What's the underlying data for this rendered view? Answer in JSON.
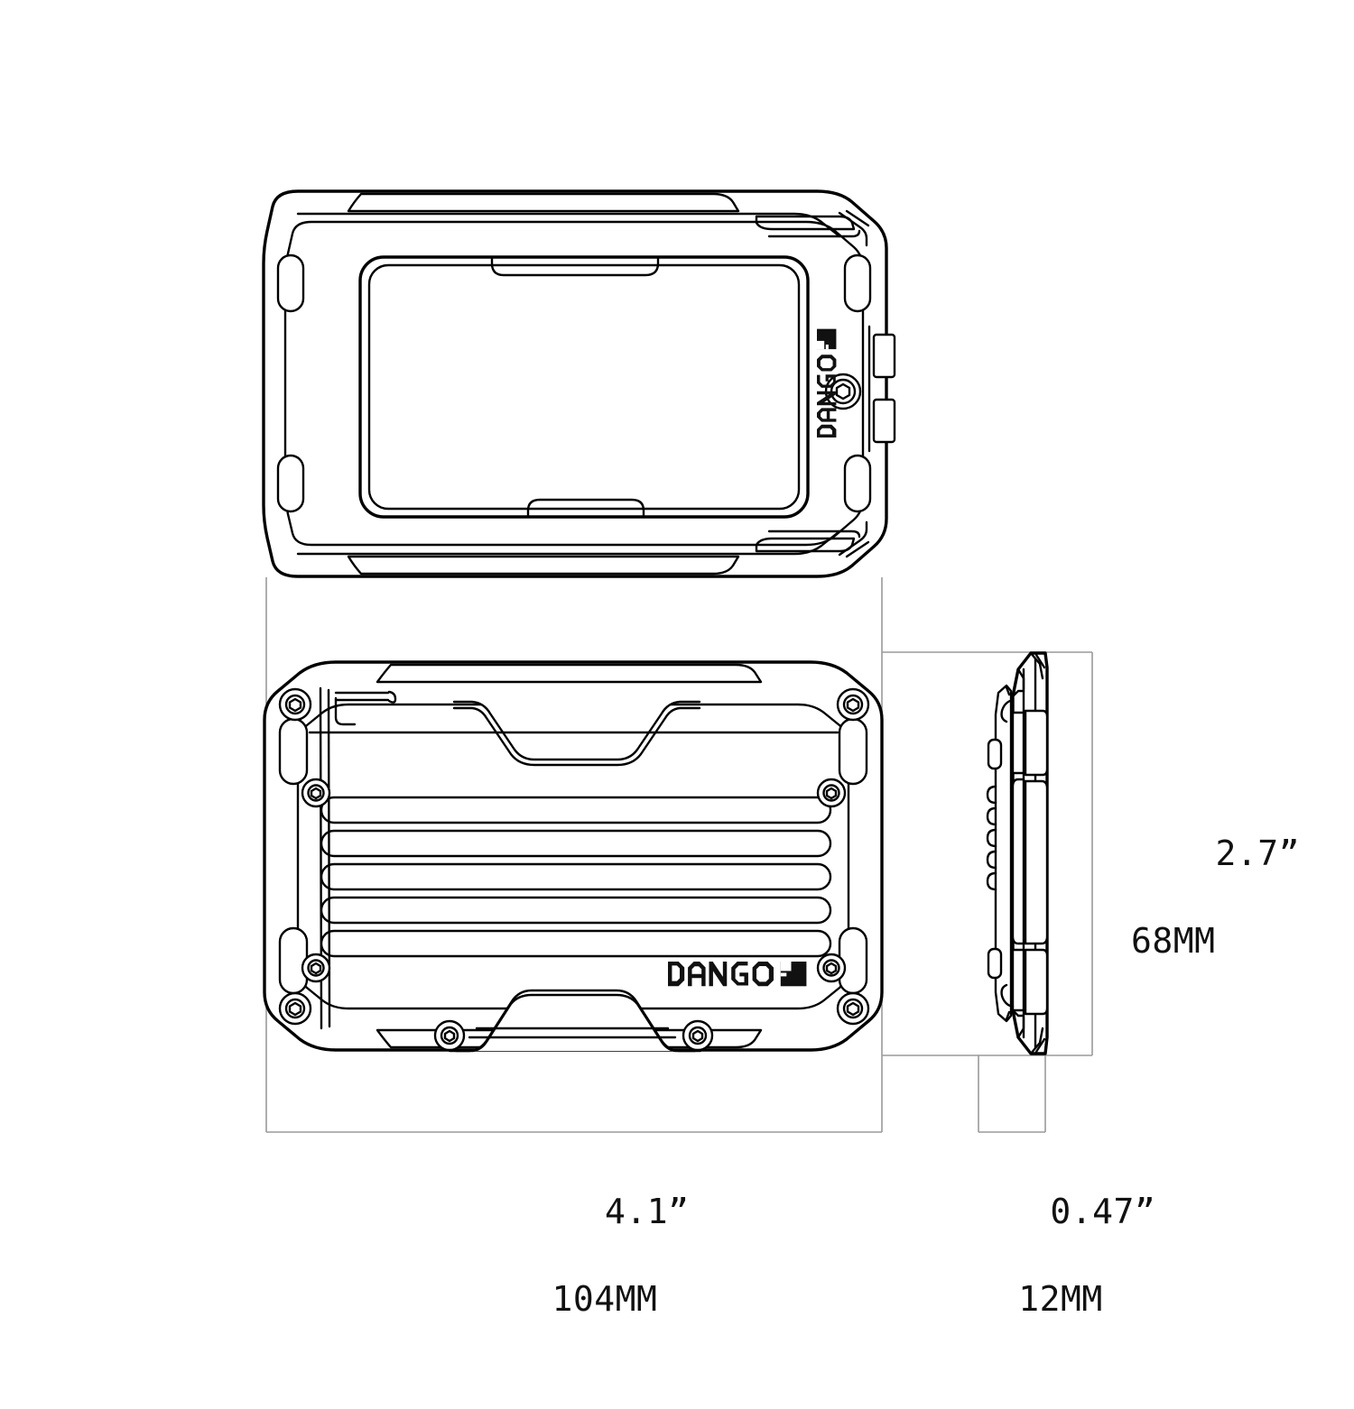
{
  "document": {
    "kind": "technical-drawing",
    "subject": "Dango aluminum wallet",
    "brand": "DANGO",
    "views": [
      "front-view",
      "back-view",
      "side-view"
    ],
    "line_color": "#000000",
    "guide_line_color": "#9a9a9a",
    "background_color": "#ffffff"
  },
  "dimensions": {
    "height": {
      "name": "height",
      "inches": "2.7”",
      "millimeters": "68MM"
    },
    "width": {
      "name": "width",
      "inches": "4.1”",
      "millimeters": "104MM"
    },
    "thickness": {
      "name": "thickness",
      "inches": "0.47”",
      "millimeters": "12MM"
    }
  },
  "branding": {
    "wordmark": "DANGO",
    "wordmark_front": "DANGO",
    "mark_shape": "square-flag-block"
  },
  "front_view": {
    "name": "front-view",
    "features": [
      "outer-shell-frame",
      "recessed-card-window",
      "corner-grip-tabs",
      "top-latch-clip",
      "bottom-latch-clip",
      "side-release-tabs",
      "hex-socket-screw",
      "vertical-dango-wordmark"
    ]
  },
  "back_view": {
    "name": "back-view",
    "features": [
      "outer-shell-frame",
      "thumb-notch-top",
      "thumb-notch-bottom",
      "ribbed-slot-panel",
      "corner-hex-screws",
      "edge-grip-pads",
      "dango-wordmark"
    ],
    "rib_slot_count": 5,
    "screw_count": 8
  },
  "side_view": {
    "name": "side-view",
    "features": [
      "thin-profile",
      "serrated-edge-grip",
      "cover-plate-edge",
      "clip-spine"
    ]
  }
}
